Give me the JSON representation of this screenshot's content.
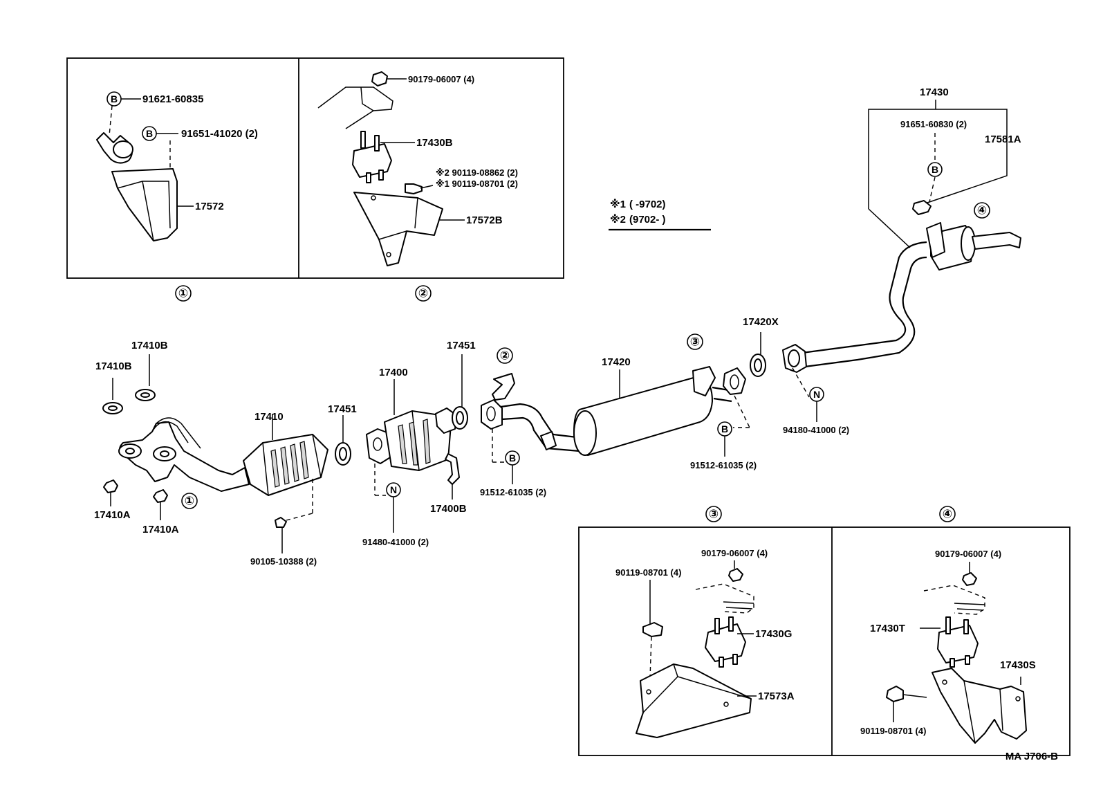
{
  "inset_labels": {
    "inset1": "①",
    "inset2": "②",
    "inset3": "③",
    "inset4": "④"
  },
  "callouts": {
    "B": "B",
    "N": "N",
    "c1": "①",
    "c2": "②",
    "c3": "③",
    "c4": "④"
  },
  "legend": {
    "line1_mark": "※1",
    "line1_text": "(        -9702)",
    "line2_mark": "※2",
    "line2_text": "(9702-        )"
  },
  "parts": {
    "p91621_60835": "91621-60835",
    "p91651_41020": "91651-41020 (2)",
    "p17572": "17572",
    "p90179_06007_a": "90179-06007 (4)",
    "p17430B": "17430B",
    "p90119_08862": "※2 90119-08862 (2)",
    "p90119_08701_a": "※1 90119-08701 (2)",
    "p17572B": "17572B",
    "p17430": "17430",
    "p91651_60830": "91651-60830 (2)",
    "p17581A": "17581A",
    "p17410B_a": "17410B",
    "p17410B_b": "17410B",
    "p17410": "17410",
    "p17410A_a": "17410A",
    "p17410A_b": "17410A",
    "p90105_10388": "90105-10388 (2)",
    "p17451_a": "17451",
    "p17400": "17400",
    "p17451_b": "17451",
    "p91480_41000": "91480-41000 (2)",
    "p17400B": "17400B",
    "p91512_61035_a": "91512-61035 (2)",
    "p17420": "17420",
    "p91512_61035_b": "91512-61035 (2)",
    "p17420X": "17420X",
    "p94180_41000": "94180-41000 (2)",
    "p90179_06007_b": "90179-06007 (4)",
    "p90119_08701_b": "90119-08701 (4)",
    "p17430G": "17430G",
    "p17573A": "17573A",
    "p90179_06007_c": "90179-06007 (4)",
    "p17430T": "17430T",
    "p17430S": "17430S",
    "p90119_08701_c": "90119-08701 (4)"
  },
  "footer": "MA  J706-B"
}
